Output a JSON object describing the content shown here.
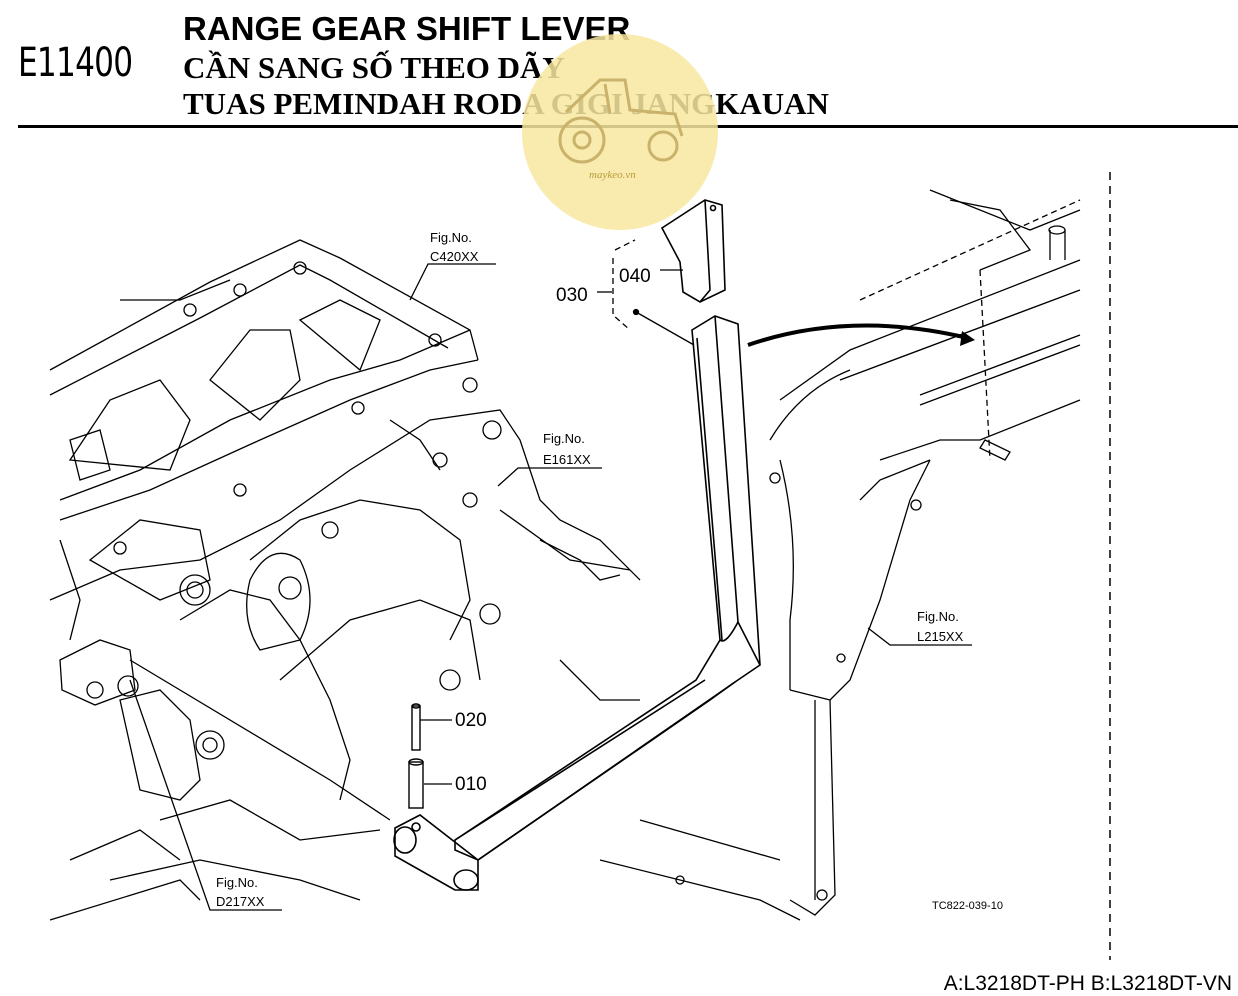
{
  "header": {
    "code": "E11400",
    "title_en": "RANGE GEAR SHIFT LEVER",
    "title_vi": "CẦN SANG SỐ THEO DÃY",
    "title_id": "TUAS PEMINDAH RODA GIGI JANGKAUAN"
  },
  "watermark": {
    "text": "maykeo.vn",
    "color": "#f8e7a0"
  },
  "parts": [
    {
      "id": "p040",
      "label": "040"
    },
    {
      "id": "p030",
      "label": "030"
    },
    {
      "id": "p020",
      "label": "020"
    },
    {
      "id": "p010",
      "label": "010"
    }
  ],
  "fig_refs": [
    {
      "title": "Fig.No.",
      "code": "C420XX"
    },
    {
      "title": "Fig.No.",
      "code": "E161XX"
    },
    {
      "title": "Fig.No.",
      "code": "L215XX"
    },
    {
      "title": "Fig.No.",
      "code": "D217XX"
    }
  ],
  "drawing_code": "TC822-039-10",
  "footer": {
    "models": "A:L3218DT-PH B:L3218DT-VN"
  }
}
